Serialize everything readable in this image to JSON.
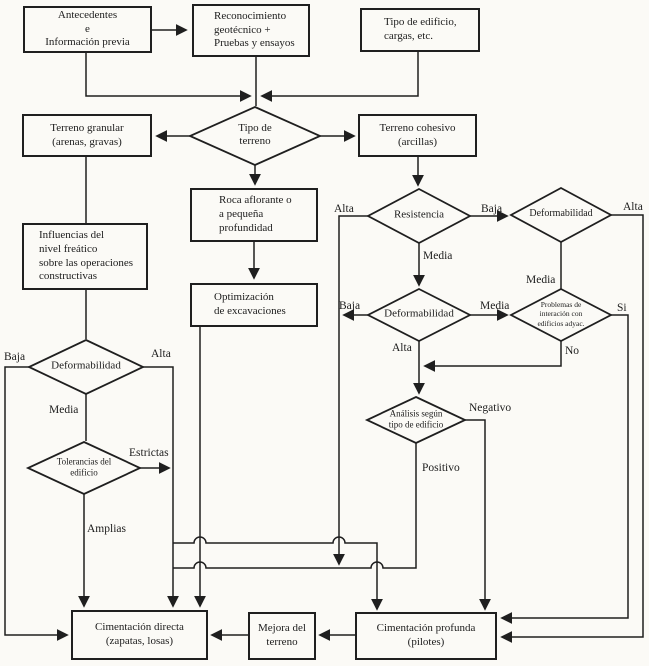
{
  "page": {
    "background": "#fbfaf6",
    "line_color": "#1f1f1f"
  },
  "boxes": {
    "antecedentes": [
      "Antecedentes",
      "e",
      "Información previa"
    ],
    "reconocimiento": [
      "Reconocimiento",
      "geotécnico +",
      "Pruebas y ensayos"
    ],
    "tipo_edificio": [
      "Tipo de edificio,",
      "cargas, etc."
    ],
    "terreno_granular": [
      "Terreno granular",
      "(arenas, gravas)"
    ],
    "terreno_cohesivo": [
      "Terreno cohesivo",
      "(arcillas)"
    ],
    "roca": [
      "Roca aflorante o",
      "a pequeña",
      "profundidad"
    ],
    "influencias": [
      "Influencias del",
      "nivel freático",
      "sobre las operaciones",
      "constructivas"
    ],
    "optimizacion": [
      "Optimización",
      "de excavaciones"
    ],
    "cimentacion_directa": [
      "Cimentación directa",
      "(zapatas, losas)"
    ],
    "mejora": [
      "Mejora del",
      "terreno"
    ],
    "cimentacion_profunda": [
      "Cimentación profunda",
      "(pilotes)"
    ]
  },
  "diamonds": {
    "tipo_terreno": [
      "Tipo de",
      "terreno"
    ],
    "resistencia": [
      "Resistencia"
    ],
    "deform_right": [
      "Deformabilidad"
    ],
    "deform_center": [
      "Deformabilidad"
    ],
    "problemas": [
      "Problemas de",
      "interación con",
      "edificios adyac."
    ],
    "deform_left": [
      "Deformabilidad"
    ],
    "tolerancias": [
      "Tolerancias del",
      "edificio"
    ],
    "analisis": [
      "Análisis según",
      "tipo de edificio"
    ]
  },
  "labels": {
    "resistencia_alta": "Alta",
    "resistencia_baja": "Baja",
    "deform_right_alta": "Alta",
    "resistencia_media": "Media",
    "deform_right_media": "Media",
    "deform_center_baja": "Baja",
    "deform_center_media": "Media",
    "problemas_si": "Si",
    "deform_center_alta": "Alta",
    "problemas_no": "No",
    "analisis_negativo": "Negativo",
    "analisis_positivo": "Positivo",
    "deform_left_baja": "Baja",
    "deform_left_alta": "Alta",
    "deform_left_media": "Media",
    "tolerancias_estrictas": "Estrictas",
    "tolerancias_amplias": "Amplias"
  }
}
